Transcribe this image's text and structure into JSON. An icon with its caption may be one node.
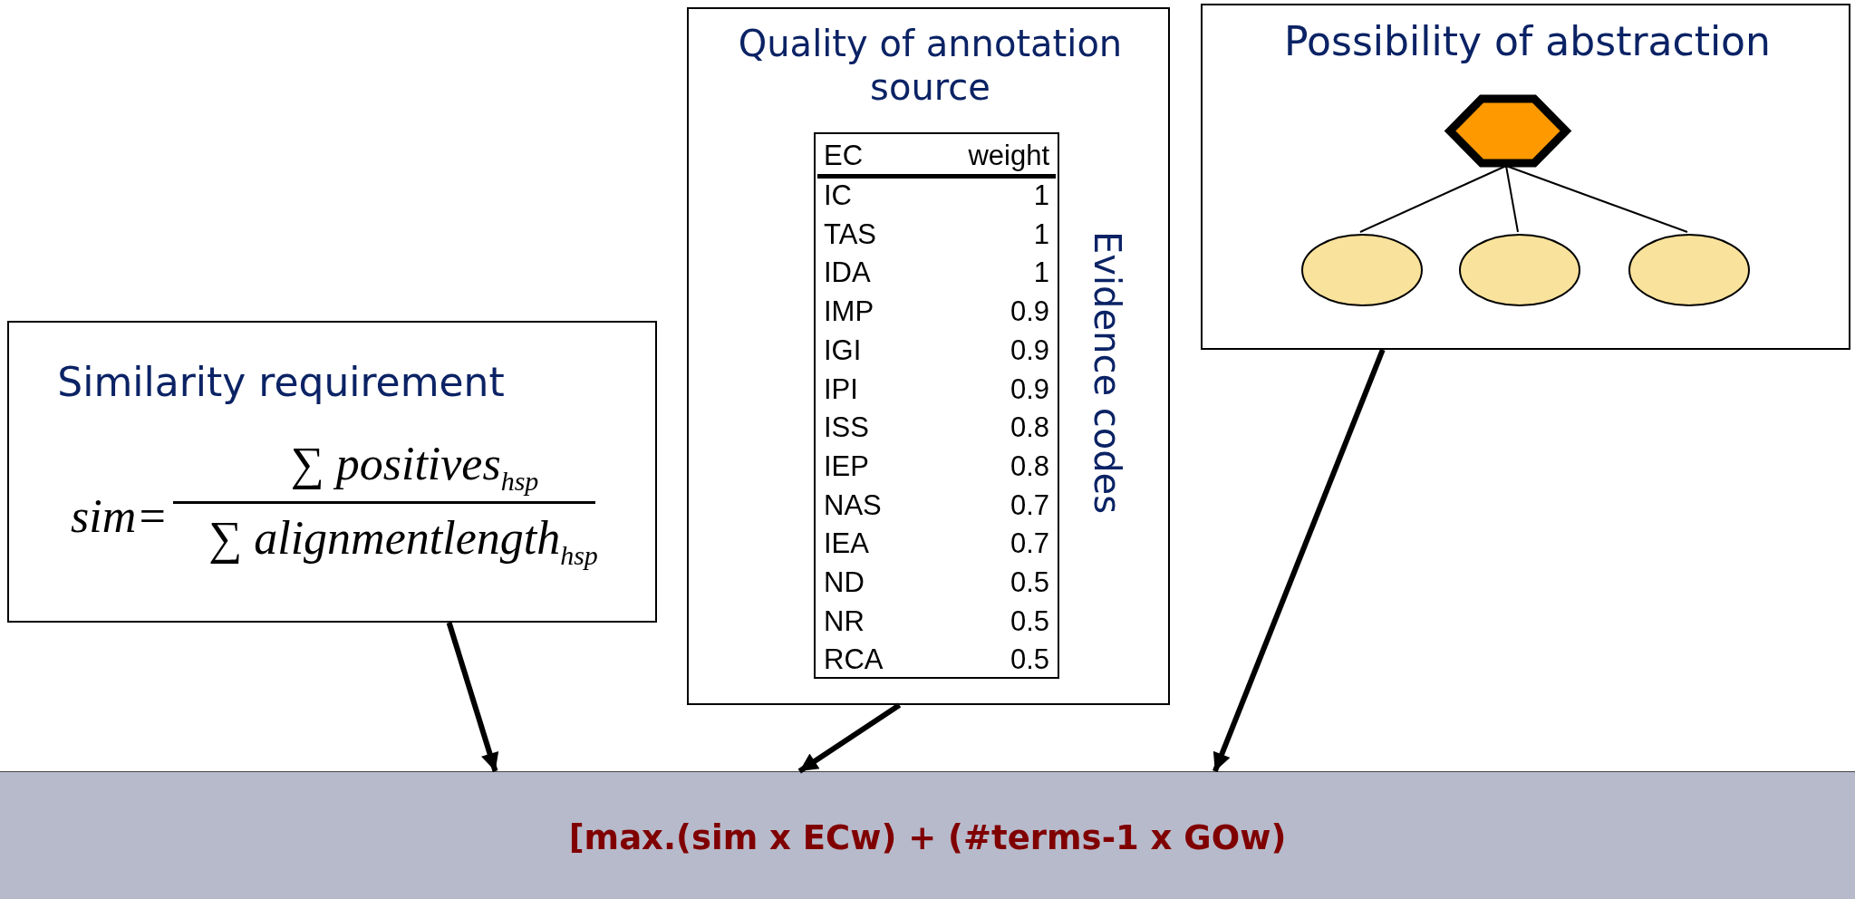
{
  "diagram": {
    "nodes": [
      {
        "text": [
          "Similarity requirement",
          "sim=",
          "∑ positives$_{hsp}$",
          "∑ alignmentlength$_{hsp}$"
        ]
      },
      {
        "text": [
          "Quality of annotation source",
          "Evidence codes"
        ]
      },
      {
        "text": [
          "Possibility of abstraction"
        ]
      },
      {
        "text": [],
        "shape": "hexagon",
        "in": 2
      },
      {
        "text": [],
        "shape": "ellipse",
        "in": 2
      },
      {
        "text": [],
        "shape": "ellipse",
        "in": 2
      },
      {
        "text": [],
        "shape": "ellipse",
        "in": 2
      },
      {
        "text": [
          "[max.(sim x ECw) + (#terms-1 x GOw)"
        ]
      }
    ],
    "edges": [
      {
        "from": 3,
        "to": 4,
        "arrow": "none"
      },
      {
        "from": 3,
        "to": 5,
        "arrow": "none"
      },
      {
        "from": 3,
        "to": 6,
        "arrow": "none"
      },
      {
        "from": 0,
        "to": 7,
        "arrow": "to",
        "style": "thick"
      },
      {
        "from": 1,
        "to": 7,
        "arrow": "to",
        "style": "thick"
      },
      {
        "from": 2,
        "to": 7,
        "arrow": "to",
        "style": "thick"
      }
    ],
    "labels": [
      "EC",
      "weight",
      "IC",
      "1",
      "TAS",
      "1",
      "IDA",
      "1",
      "IMP",
      "0.9",
      "IGI",
      "0.9",
      "IPI",
      "0.9",
      "ISS",
      "0.8",
      "IEP",
      "0.8",
      "NAS",
      "0.7",
      "IEA",
      "0.7",
      "ND",
      "0.5",
      "NR",
      "0.5",
      "RCA",
      "0.5"
    ]
  }
}
